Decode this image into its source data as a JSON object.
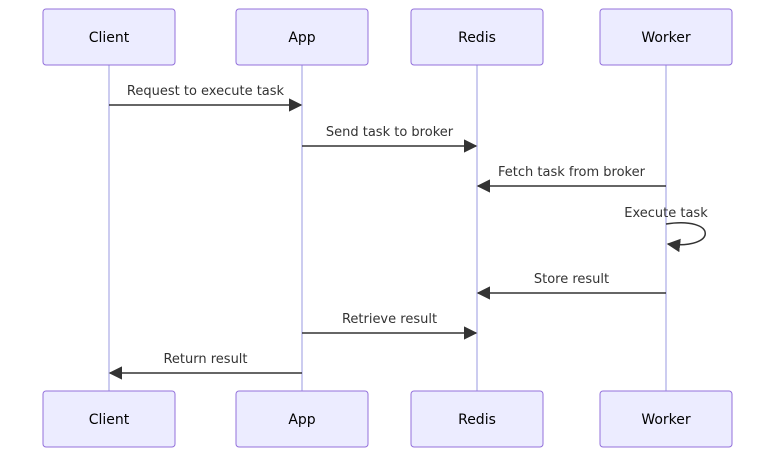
{
  "participants": [
    {
      "id": "client",
      "label": "Client"
    },
    {
      "id": "app",
      "label": "App"
    },
    {
      "id": "redis",
      "label": "Redis"
    },
    {
      "id": "worker",
      "label": "Worker"
    }
  ],
  "messages": [
    {
      "from": "client",
      "to": "app",
      "label": "Request to execute task"
    },
    {
      "from": "app",
      "to": "redis",
      "label": "Send task to broker"
    },
    {
      "from": "worker",
      "to": "redis",
      "label": "Fetch task from broker"
    },
    {
      "from": "worker",
      "to": "worker",
      "label": "Execute task"
    },
    {
      "from": "worker",
      "to": "redis",
      "label": "Store result"
    },
    {
      "from": "app",
      "to": "redis",
      "label": "Retrieve result"
    },
    {
      "from": "app",
      "to": "client",
      "label": "Return result"
    }
  ],
  "colors": {
    "actor_fill": "#ececff",
    "actor_stroke": "#9370db",
    "lifeline": "#ccccf0",
    "message": "#333333"
  }
}
